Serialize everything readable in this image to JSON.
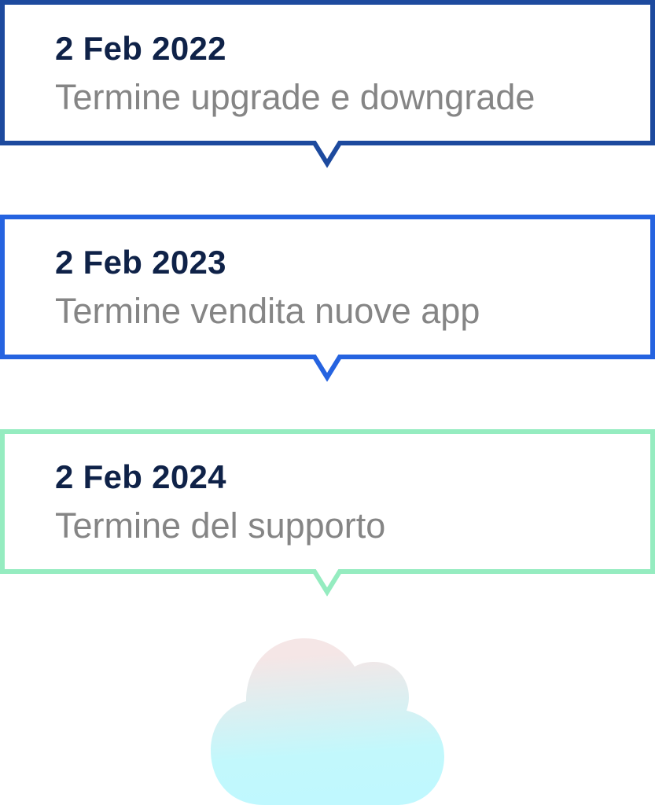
{
  "timeline": [
    {
      "date": "2 Feb 2022",
      "description": "Termine upgrade e downgrade",
      "color": "#1d4a9e"
    },
    {
      "date": "2 Feb 2023",
      "description": "Termine vendita nuove app",
      "color": "#2563e0"
    },
    {
      "date": "2 Feb 2024",
      "description": "Termine del supporto",
      "color": "#95ecc0"
    }
  ],
  "icons": {
    "cloud": "cloud-icon"
  }
}
